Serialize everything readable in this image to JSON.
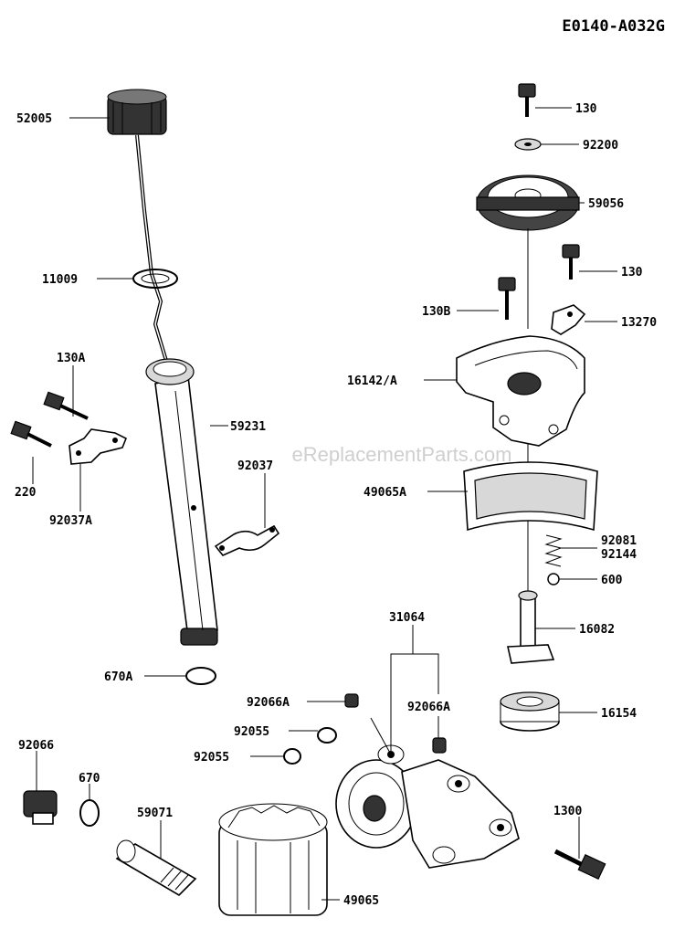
{
  "diagram_code": "E0140-A032G",
  "watermark": "eReplacementParts.com",
  "labels": {
    "l52005": "52005",
    "l11009": "11009",
    "l130A": "130A",
    "l59231": "59231",
    "l92037": "92037",
    "l220": "220",
    "l92037A": "92037A",
    "l670A": "670A",
    "l92066": "92066",
    "l670": "670",
    "l59071": "59071",
    "l49065": "49065",
    "l92066A_left": "92066A",
    "l92055_a": "92055",
    "l92055_b": "92055",
    "l31064": "31064",
    "l92066A_right": "92066A",
    "l130_top": "130",
    "l92200": "92200",
    "l59056": "59056",
    "l130_mid": "130",
    "l130B": "130B",
    "l13270": "13270",
    "l16142A": "16142/A",
    "l49065A": "49065A",
    "l92081": "92081",
    "l92144": "92144",
    "l600": "600",
    "l16082": "16082",
    "l16154": "16154",
    "l1300": "1300"
  }
}
